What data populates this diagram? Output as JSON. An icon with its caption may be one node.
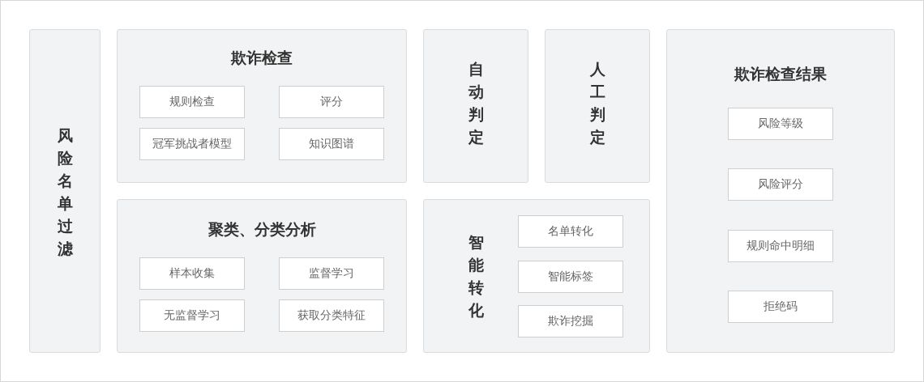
{
  "diagram": {
    "nodes": [
      {
        "text": [
          "风险名单过滤"
        ]
      },
      {
        "text": [
          "欺诈检查"
        ]
      },
      {
        "text": [
          "规则检查"
        ],
        "in": 1
      },
      {
        "text": [
          "评分"
        ],
        "in": 1
      },
      {
        "text": [
          "冠军挑战者模型"
        ],
        "in": 1
      },
      {
        "text": [
          "知识图谱"
        ],
        "in": 1
      },
      {
        "text": [
          "聚类、分类分析"
        ]
      },
      {
        "text": [
          "样本收集"
        ],
        "in": 6
      },
      {
        "text": [
          "监督学习"
        ],
        "in": 6
      },
      {
        "text": [
          "无监督学习"
        ],
        "in": 6
      },
      {
        "text": [
          "获取分类特征"
        ],
        "in": 6
      },
      {
        "text": [
          "自动判定"
        ]
      },
      {
        "text": [
          "人工判定"
        ]
      },
      {
        "text": [
          "智能转化"
        ]
      },
      {
        "text": [
          "名单转化"
        ],
        "in": 13
      },
      {
        "text": [
          "智能标签"
        ],
        "in": 13
      },
      {
        "text": [
          "欺诈挖掘"
        ],
        "in": 13
      },
      {
        "text": [
          "欺诈检查结果"
        ]
      },
      {
        "text": [
          "风险等级"
        ],
        "in": 17
      },
      {
        "text": [
          "风险评分"
        ],
        "in": 17
      },
      {
        "text": [
          "规则命中明细"
        ],
        "in": 17
      },
      {
        "text": [
          "拒绝码"
        ],
        "in": 17
      }
    ]
  }
}
